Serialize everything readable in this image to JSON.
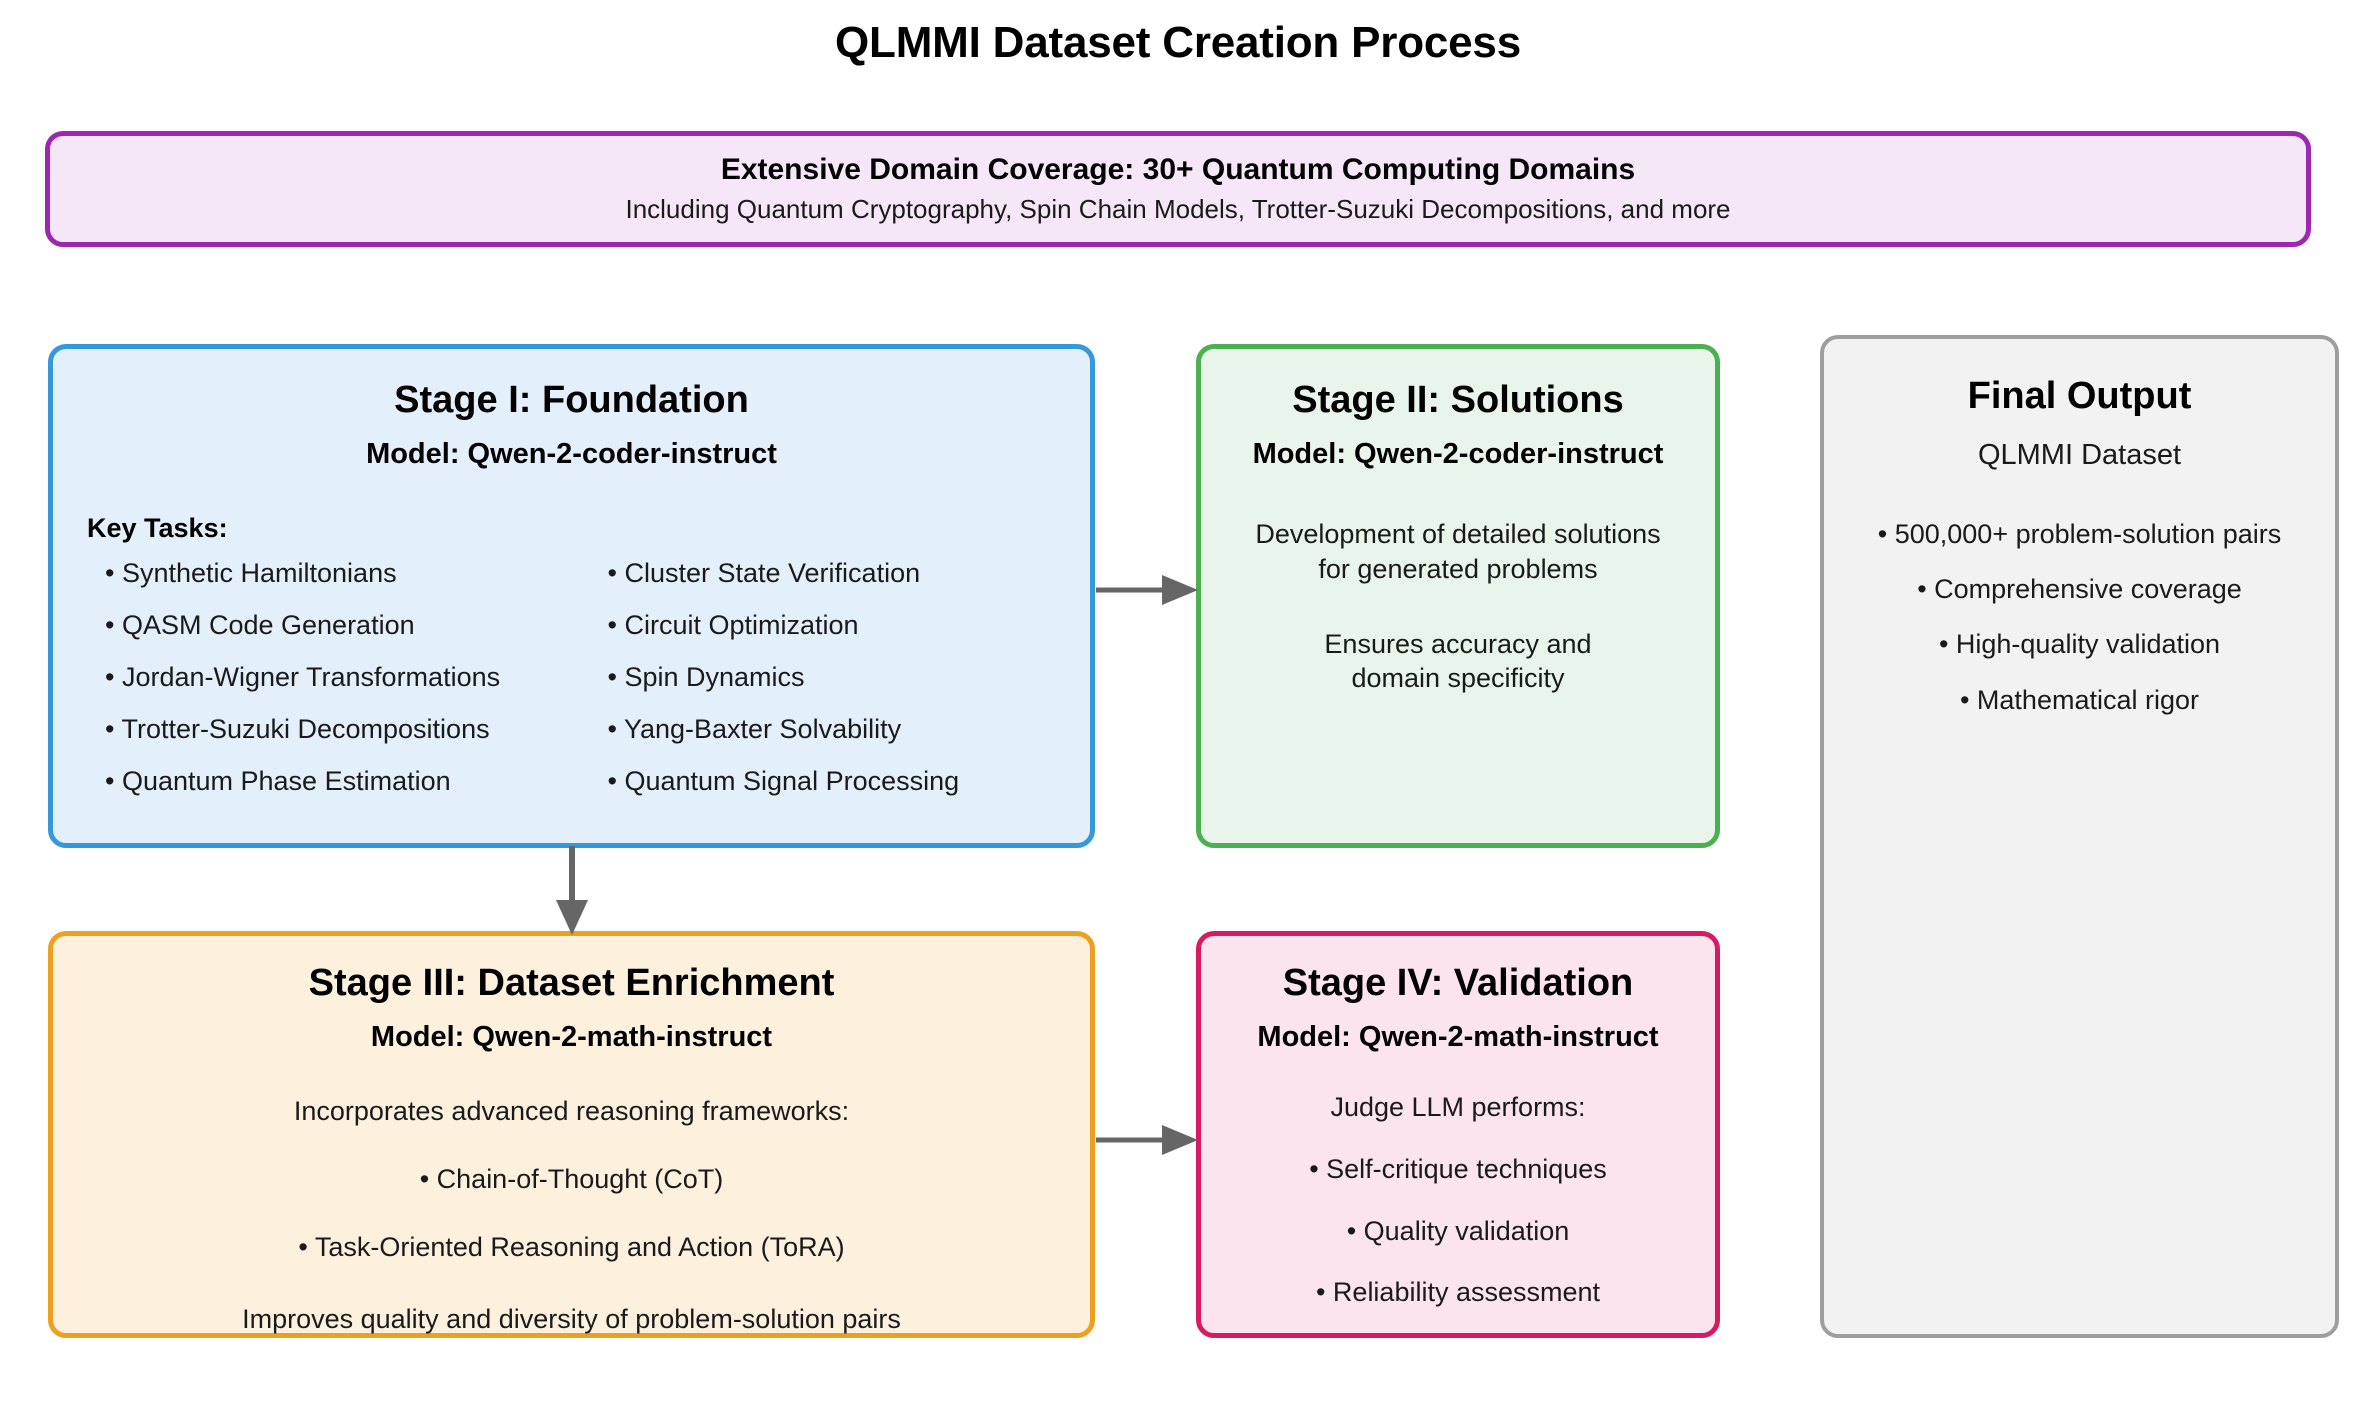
{
  "title": "QLMMI Dataset Creation Process",
  "banner": {
    "title": "Extensive Domain Coverage: 30+ Quantum Computing Domains",
    "subtitle": "Including Quantum Cryptography, Spin Chain Models, Trotter-Suzuki Decompositions, and more",
    "border_color": "#9c27b0",
    "fill_color": "#f6e7f8"
  },
  "stage1": {
    "heading": "Stage I: Foundation",
    "model": "Model: Qwen-2-coder-instruct",
    "key_tasks_label": "Key Tasks:",
    "tasks_left": [
      "• Synthetic Hamiltonians",
      "• QASM Code Generation",
      "• Jordan-Wigner Transformations",
      "• Trotter-Suzuki Decompositions",
      "• Quantum Phase Estimation"
    ],
    "tasks_right": [
      "• Cluster State Verification",
      "• Circuit Optimization",
      "• Spin Dynamics",
      "• Yang-Baxter Solvability",
      "• Quantum Signal Processing"
    ],
    "border_color": "#3498db",
    "fill_color": "#e3effb"
  },
  "stage2": {
    "heading": "Stage II: Solutions",
    "model": "Model: Qwen-2-coder-instruct",
    "lines": [
      "Development of detailed solutions",
      "for generated problems",
      "Ensures accuracy and",
      "domain specificity"
    ],
    "border_color": "#4caf50",
    "fill_color": "#e9f5ea"
  },
  "stage3": {
    "heading": "Stage III: Dataset Enrichment",
    "model": "Model: Qwen-2-math-instruct",
    "intro": "Incorporates advanced reasoning frameworks:",
    "bullets": [
      "• Chain-of-Thought (CoT)",
      "• Task-Oriented Reasoning and Action (ToRA)"
    ],
    "outro": "Improves quality and diversity of problem-solution pairs",
    "border_color": "#eda01f",
    "fill_color": "#fdf0dd"
  },
  "stage4": {
    "heading": "Stage IV: Validation",
    "model": "Model: Qwen-2-math-instruct",
    "intro": "Judge LLM performs:",
    "bullets": [
      "• Self-critique techniques",
      "• Quality validation",
      "• Reliability assessment"
    ],
    "border_color": "#d81b60",
    "fill_color": "#fbe4ee"
  },
  "final_output": {
    "heading": "Final Output",
    "subtitle": "QLMMI Dataset",
    "items": [
      "• 500,000+ problem-solution pairs",
      "• Comprehensive coverage",
      "• High-quality validation",
      "• Mathematical rigor"
    ],
    "border_color": "#9e9e9e",
    "fill_color": "#f2f2f2"
  },
  "arrows": {
    "color": "#666666",
    "stage1_to_stage2": "arrow-right",
    "stage1_to_stage3": "arrow-down",
    "stage3_to_stage4": "arrow-right"
  }
}
